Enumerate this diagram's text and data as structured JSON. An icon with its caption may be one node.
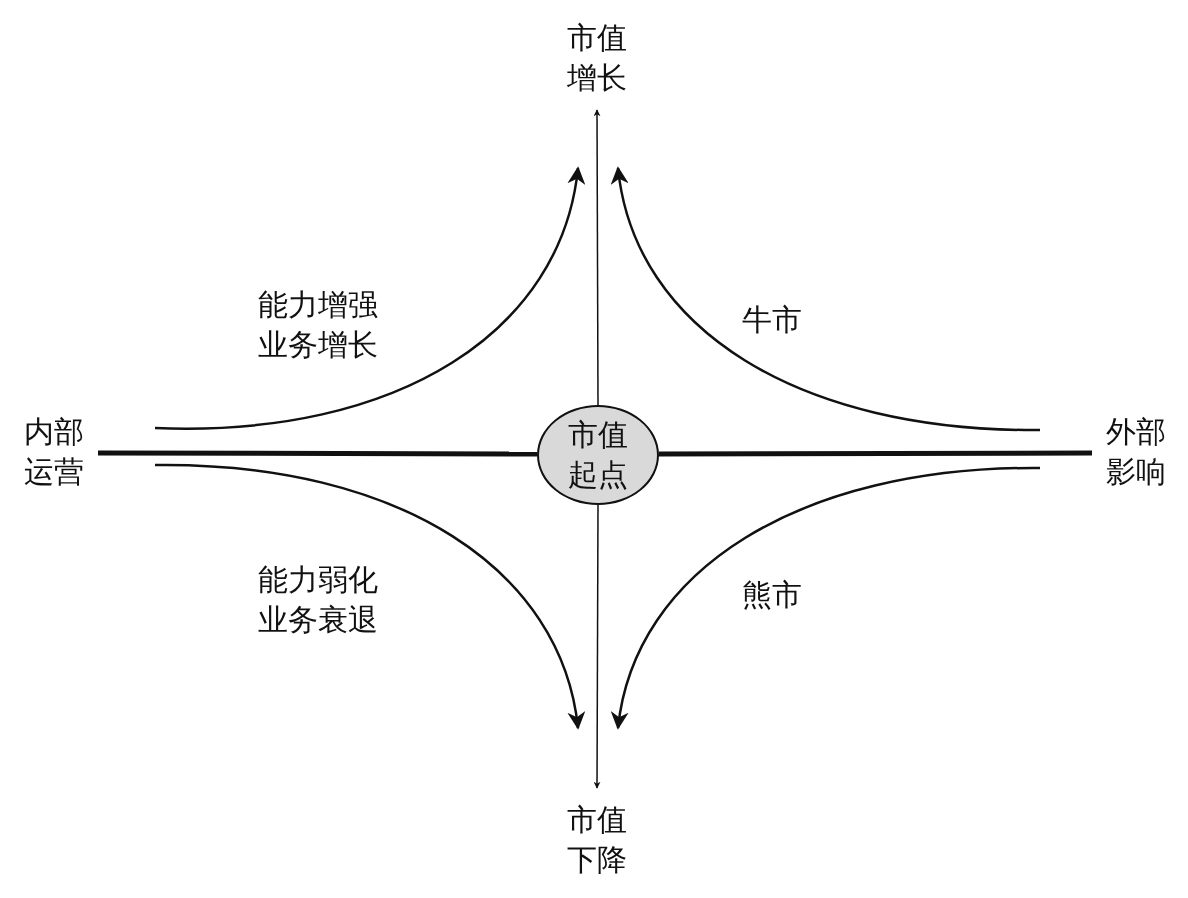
{
  "diagram": {
    "nodes": [
      {
        "text": [
          "市值增长"
        ]
      },
      {
        "text": [
          "内部运营"
        ]
      },
      {
        "text": [
          "市值起点"
        ]
      },
      {
        "text": [
          "外部影响"
        ]
      },
      {
        "text": [
          "市值下降"
        ]
      }
    ],
    "edges": [
      {
        "from": 2,
        "to": 0,
        "arrow": "to"
      },
      {
        "from": 2,
        "to": 4,
        "arrow": "to"
      },
      {
        "from": 1,
        "to": 2,
        "arrow": "none",
        "style": "thick"
      },
      {
        "from": 2,
        "to": 3,
        "arrow": "none",
        "style": "thick"
      },
      {
        "from": null,
        "to": 0,
        "arrow": "to",
        "label": "能力增强业务增长"
      },
      {
        "from": null,
        "to": 0,
        "arrow": "to",
        "label": "牛市"
      },
      {
        "from": null,
        "to": 4,
        "arrow": "to",
        "label": "能力弱化业务衰退"
      },
      {
        "from": null,
        "to": 4,
        "arrow": "to",
        "label": "熊市"
      }
    ]
  }
}
